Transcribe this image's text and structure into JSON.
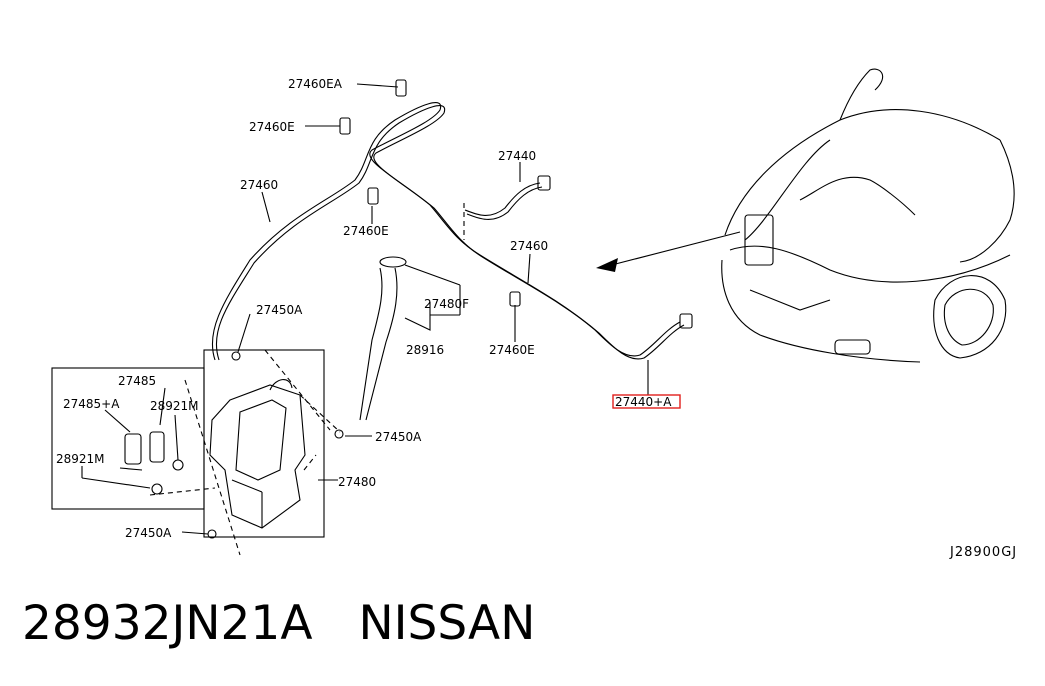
{
  "labels": {
    "p27460EA": "27460EA",
    "p27460E_top": "27460E",
    "p27460": "27460",
    "p27460E_mid": "27460E",
    "p27440": "27440",
    "p27460_right": "27460",
    "p27480F": "27480F",
    "p27450A_top": "27450A",
    "p28916": "28916",
    "p27460E_right": "27460E",
    "p27485": "27485",
    "p27485A": "27485+A",
    "p28921M_top": "28921M",
    "p28921M_left": "28921M",
    "p27450A_mid": "27450A",
    "p27480": "27480",
    "p27450A_bottom": "27450A",
    "p27440A": "27440+A"
  },
  "highlight_color": "#e0201c",
  "reference_code": "J28900GJ",
  "caption": {
    "part_number": "28932JN21A",
    "brand": "NISSAN"
  }
}
